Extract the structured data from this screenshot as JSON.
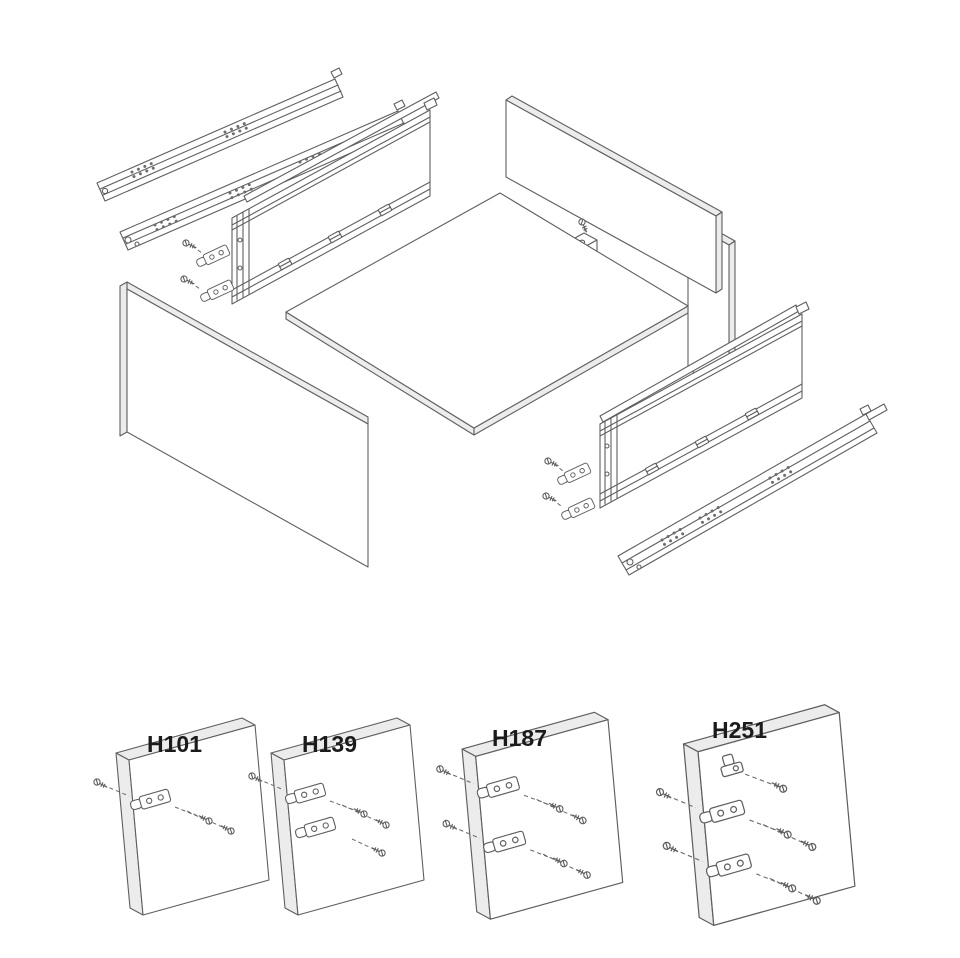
{
  "diagram": {
    "type": "exploded-assembly-technical-drawing",
    "subject": "drawer-system-with-slides-and-front-fixing-brackets",
    "colors": {
      "background": "#ffffff",
      "line": "#5f5f5f",
      "panel_face": "#ffffff",
      "panel_edge": "#ececec",
      "label_text": "#1b1b1b"
    },
    "parts": [
      "drawer-slide-rail-left-rear",
      "drawer-slide-rail-left-front",
      "gallery-rail-left",
      "drawer-side-panel-left",
      "front-fixing-bracket-set-left",
      "cabinet-side-panel-left",
      "rear-panel",
      "cabinet-side-panel-right",
      "rear-fixing-bracket",
      "drawer-bottom-panel",
      "gallery-rail-right",
      "drawer-side-panel-right",
      "front-fixing-bracket-set-right",
      "drawer-slide-rail-right"
    ]
  },
  "details": [
    {
      "label": "H101"
    },
    {
      "label": "H139"
    },
    {
      "label": "H187"
    },
    {
      "label": "H251"
    }
  ]
}
